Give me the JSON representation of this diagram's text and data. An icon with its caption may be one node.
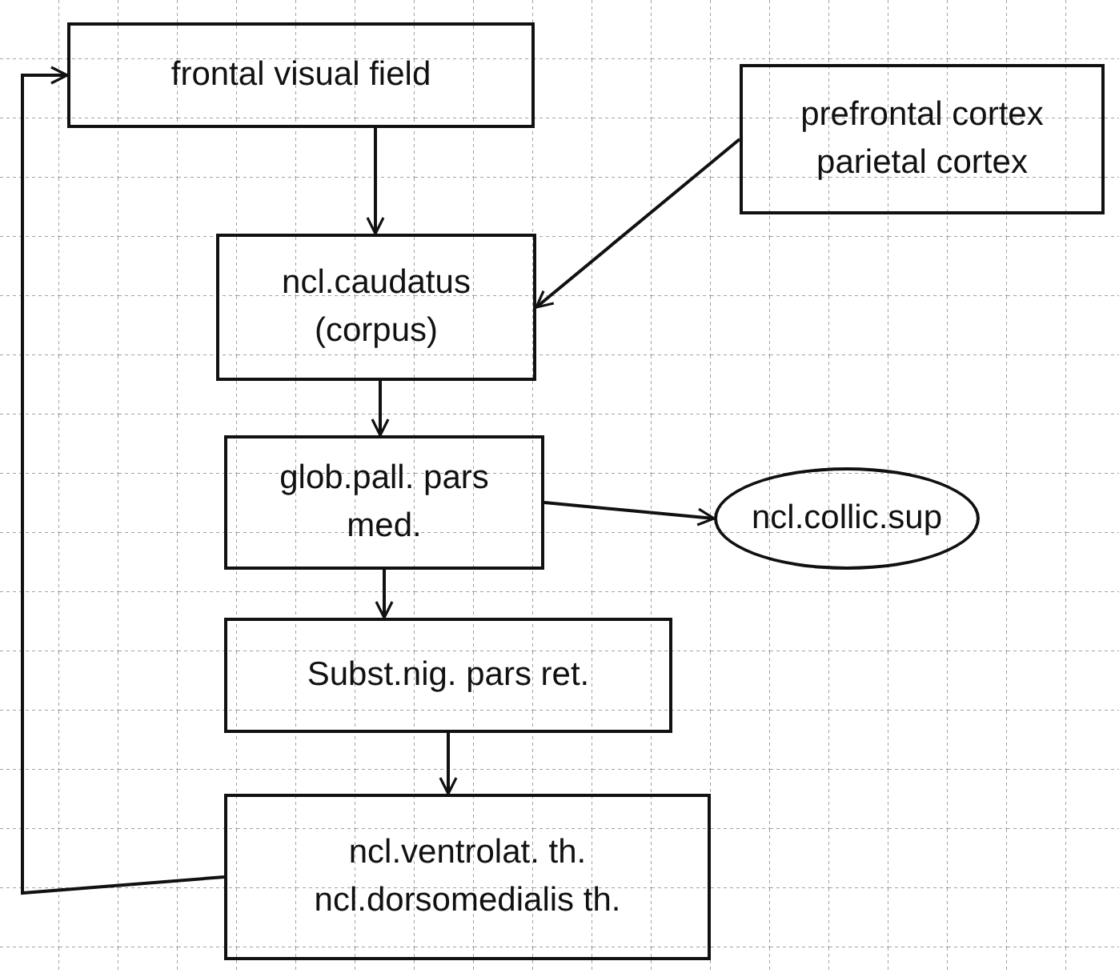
{
  "diagram": {
    "nodes": [
      {
        "text": [
          "frontal visual field"
        ]
      },
      {
        "text": [
          "prefrontal cortex",
          "parietal cortex"
        ]
      },
      {
        "text": [
          "ncl.caudatus (corpus)"
        ]
      },
      {
        "text": [
          "glob.pall. pars med."
        ]
      },
      {
        "text": [
          "ncl.collic.sup"
        ]
      },
      {
        "text": [
          "Subst.nig. pars ret."
        ]
      },
      {
        "text": [
          "ncl.ventrolat. th.",
          "ncl.dorsomedialis th."
        ]
      }
    ],
    "edges": [
      {
        "from": 0,
        "to": 2,
        "arrow": "to"
      },
      {
        "from": 1,
        "to": 2,
        "arrow": "to"
      },
      {
        "from": 2,
        "to": 3,
        "arrow": "to"
      },
      {
        "from": 3,
        "to": 4,
        "arrow": "to"
      },
      {
        "from": 3,
        "to": 5,
        "arrow": "to"
      },
      {
        "from": 5,
        "to": 6,
        "arrow": "to"
      },
      {
        "from": 6,
        "to": 0,
        "arrow": "to"
      }
    ]
  }
}
